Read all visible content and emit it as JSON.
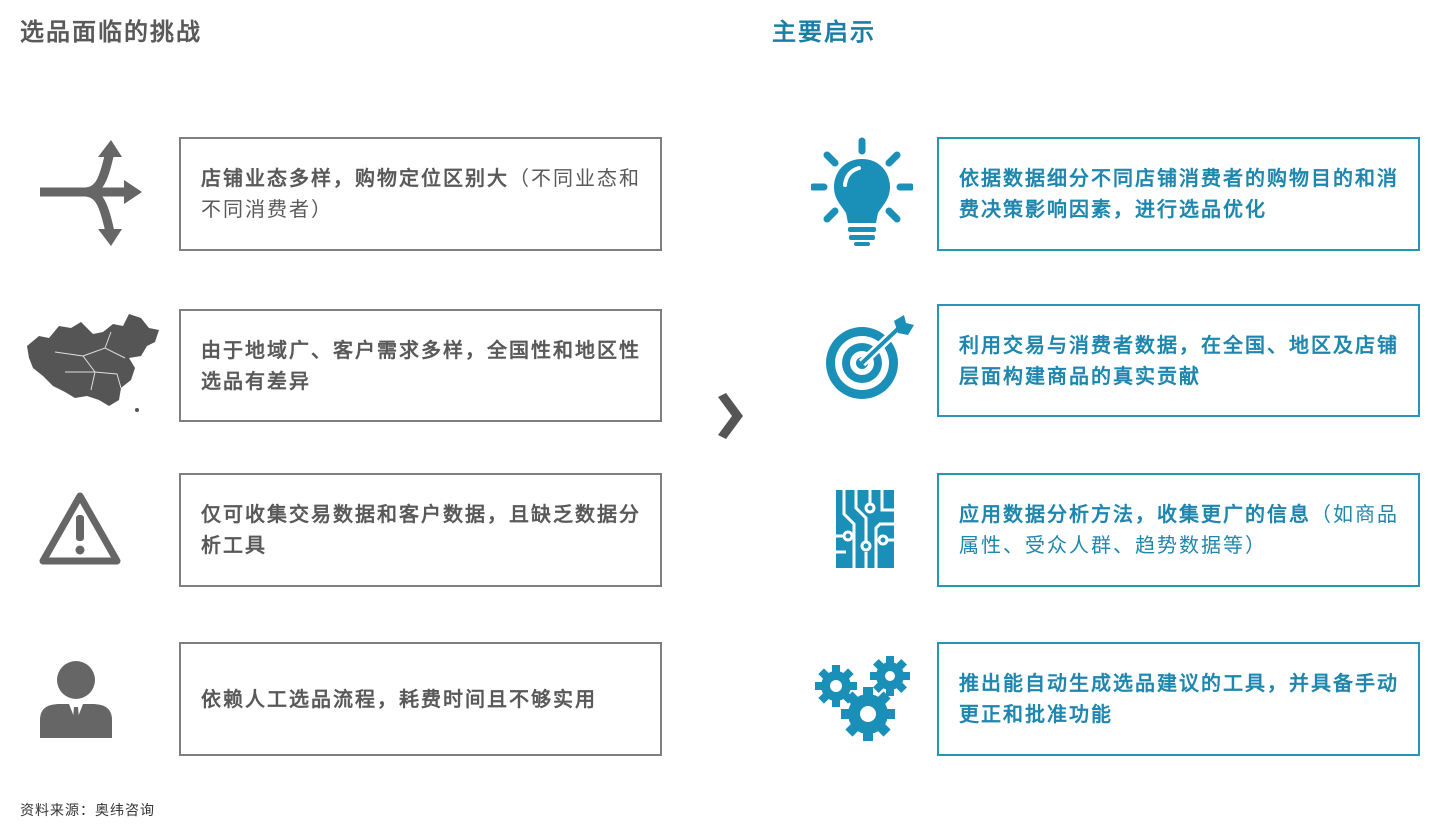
{
  "left_title": "选品面临的挑战",
  "right_title": "主要启示",
  "challenges": [
    {
      "icon": "diverging-arrows-icon",
      "text": "店铺业态多样，购物定位区别大",
      "note": "（不同业态和不同消费者）"
    },
    {
      "icon": "china-map-icon",
      "text": "由于地域广、客户需求多样，全国性和地区性选品有差异"
    },
    {
      "icon": "warning-triangle-icon",
      "text": "仅可收集交易数据和客户数据，且缺乏数据分析工具"
    },
    {
      "icon": "person-icon",
      "text": "依赖人工选品流程，耗费时间且不够实用"
    }
  ],
  "insights": [
    {
      "icon": "lightbulb-icon",
      "text": "依据数据细分不同店铺消费者的购物目的和消费决策影响因素，进行选品优化"
    },
    {
      "icon": "target-icon",
      "text": "利用交易与消费者数据，在全国、地区及店铺层面构建商品的真实贡献"
    },
    {
      "icon": "circuit-icon",
      "text": "应用数据分析方法，收集更广的信息",
      "note": "（如商品属性、受众人群、趋势数据等）"
    },
    {
      "icon": "gears-icon",
      "text": "推出能自动生成选品建议的工具，并具备手动更正和批准功能"
    }
  ],
  "source": "资料来源：奥纬咨询",
  "colors": {
    "left": "#595959",
    "right": "#1a7fa6",
    "icon_gray": "#666666",
    "icon_blue": "#1a8fb8"
  }
}
